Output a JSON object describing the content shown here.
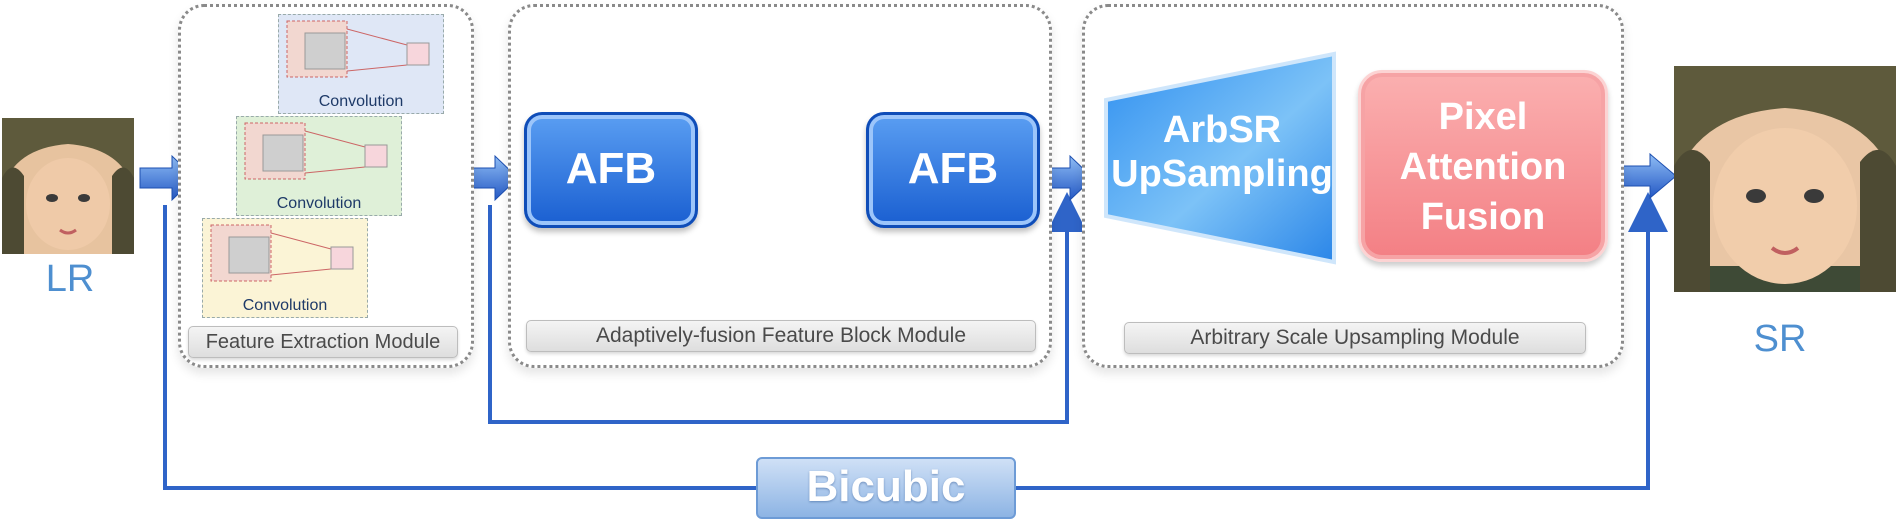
{
  "left_image": {
    "label": "LR"
  },
  "right_image": {
    "label": "SR"
  },
  "feature_extraction": {
    "title": "Feature Extraction Module",
    "conv_labels": [
      "Convolution",
      "Convolution",
      "Convolution"
    ]
  },
  "afb_module": {
    "title": "Adaptively-fusion Feature Block Module",
    "block_label_1": "AFB",
    "block_label_2": "AFB"
  },
  "upsampling_module": {
    "title": "Arbitrary Scale Upsampling Module",
    "arbsr_line1": "ArbSR",
    "arbsr_line2": "UpSampling",
    "paf_line1": "Pixel",
    "paf_line2": "Attention",
    "paf_line3": "Fusion"
  },
  "bicubic_label": "Bicubic",
  "colors": {
    "arrow_blue": "#2f64c8",
    "afb_blue": "#1a5fd1",
    "paf_pink": "#f59595",
    "label_blue": "#4e8fd0"
  }
}
